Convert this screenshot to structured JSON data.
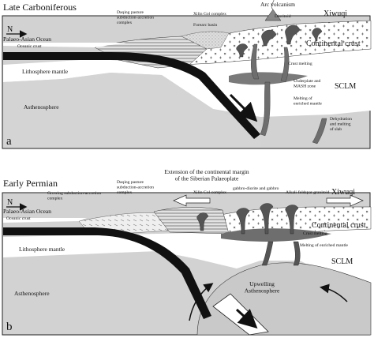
{
  "panels": [
    {
      "letter": "a",
      "title": "Late Carboniferous",
      "north": "N",
      "labels": {
        "ocean": "Palaeo-Asian Ocean",
        "oceanic_crust": "Oceanic crust",
        "lithosphere_mantle": "Lithosphere mantle",
        "asthenosphere": "Asthenosphere",
        "daqing": "Daqing pasture\nsubduction-accretion\ncomplex",
        "xilin": "Xilin Gol complex",
        "forearc": "Forearc basin",
        "arc_volcanism": "Arc volcanism",
        "dioritoid": "Dioritoid",
        "xiwuqi": "Xiwuqi",
        "continental_crust": "Continental crust",
        "crust_melting": "Crust melting",
        "underplate": "Underplate and\nMASH zone",
        "melting_enriched": "Melting of\nenriched mantle",
        "sclm": "SCLM",
        "dehydration": "Dehydration\nand melting\nof slab"
      }
    },
    {
      "letter": "b",
      "title": "Early Permian",
      "north": "N",
      "labels": {
        "extension": "Extension of the continental margin\nof the Siberian Palaeoplate",
        "ocean": "Palaeo-Asian Ocean",
        "oceanic_crust": "Oceanic crust",
        "growing": "Growing subduction-accretion\ncomplex",
        "daqing": "Daqing pasture\nsubduction-accretion\ncomplex",
        "xilin": "Xilin Gol complex",
        "gabbro": "gabbro-diorite and gabbro",
        "alkali": "Alkali-feldspar granitoid",
        "xiwuqi": "Xiwuqi",
        "continental_crust": "Continental crust",
        "crust_melting": "Crust melting",
        "melting_enriched": "Melting of enriched mantle",
        "lithosphere_mantle": "Lithosphere mantle",
        "sclm": "SCLM",
        "upwelling": "Upwelling\nAsthenosphere",
        "asthenosphere": "Asthenosphere"
      }
    }
  ],
  "colors": {
    "asthenosphere": "#d2d2d2",
    "lithosphere": "#ffffff",
    "slab": "#111111",
    "crust": "#f4f4f4",
    "accretion": "#cfcfcf",
    "melt": "#6e6e6e",
    "outline": "#222222"
  },
  "icons": [
    "north-arrow-icon",
    "subduction-arrow-icon",
    "extension-arrow-icon",
    "convection-arrow-icon"
  ]
}
